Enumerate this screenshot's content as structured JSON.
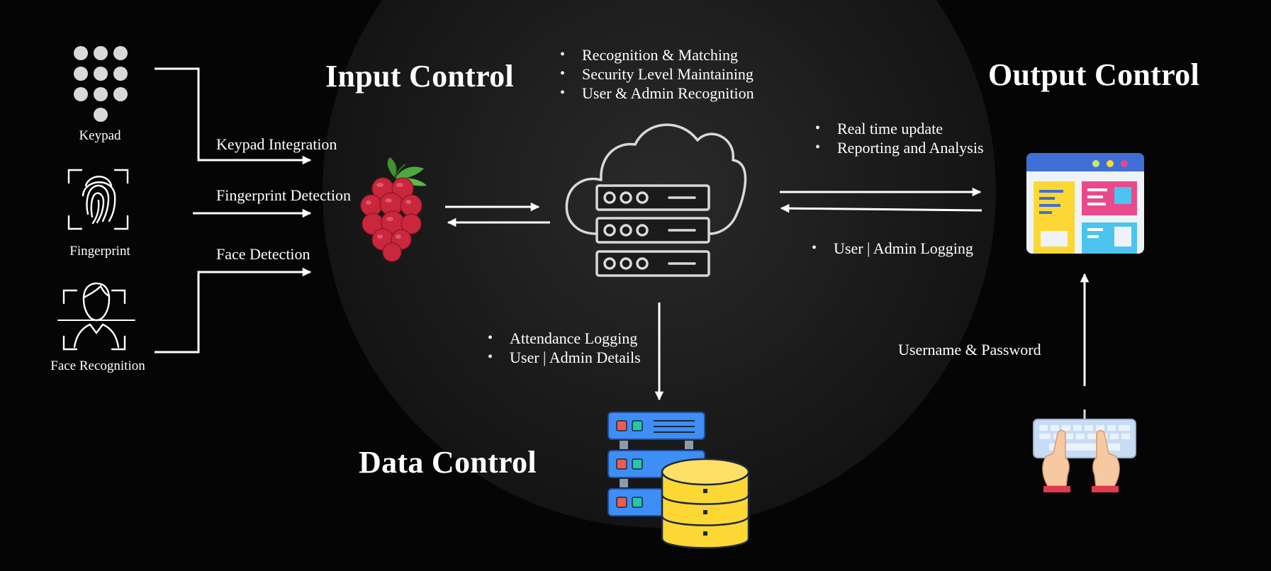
{
  "titles": {
    "input_control": "Input Control",
    "output_control": "Output Control",
    "data_control": "Data Control"
  },
  "input_devices": [
    {
      "name": "Keypad",
      "icon": "keypad-icon"
    },
    {
      "name": "Fingerprint",
      "icon": "fingerprint-icon"
    },
    {
      "name": "Face Recognition",
      "icon": "face-scan-icon"
    }
  ],
  "edge_labels": {
    "keypad": "Keypad Integration",
    "fingerprint": "Fingerprint Detection",
    "face": "Face Detection",
    "credentials": "Username & Password"
  },
  "server_functions": [
    "Recognition & Matching",
    "Security Level Maintaining",
    "User & Admin Recognition"
  ],
  "output_functions": [
    "Real time update",
    "Reporting and Analysis"
  ],
  "logging_functions": [
    "User | Admin Logging"
  ],
  "data_functions": [
    "Attendance Logging",
    "User | Admin Details"
  ],
  "nodes": {
    "controller": "raspberry-pi-icon",
    "server": "cloud-server-icon",
    "dashboard": "dashboard-icon",
    "keyboard": "keyboard-typing-icon",
    "database": "database-server-icon"
  },
  "colors": {
    "background": "#040404",
    "raspberry": "#c8273c",
    "leaf": "#4fa83d",
    "database_yellow": "#fdd835",
    "server_blue": "#3f8ef5",
    "dashboard_header": "#3f6fd6",
    "dashboard_pink": "#e84a8c",
    "dashboard_cyan": "#4dc3f0"
  }
}
